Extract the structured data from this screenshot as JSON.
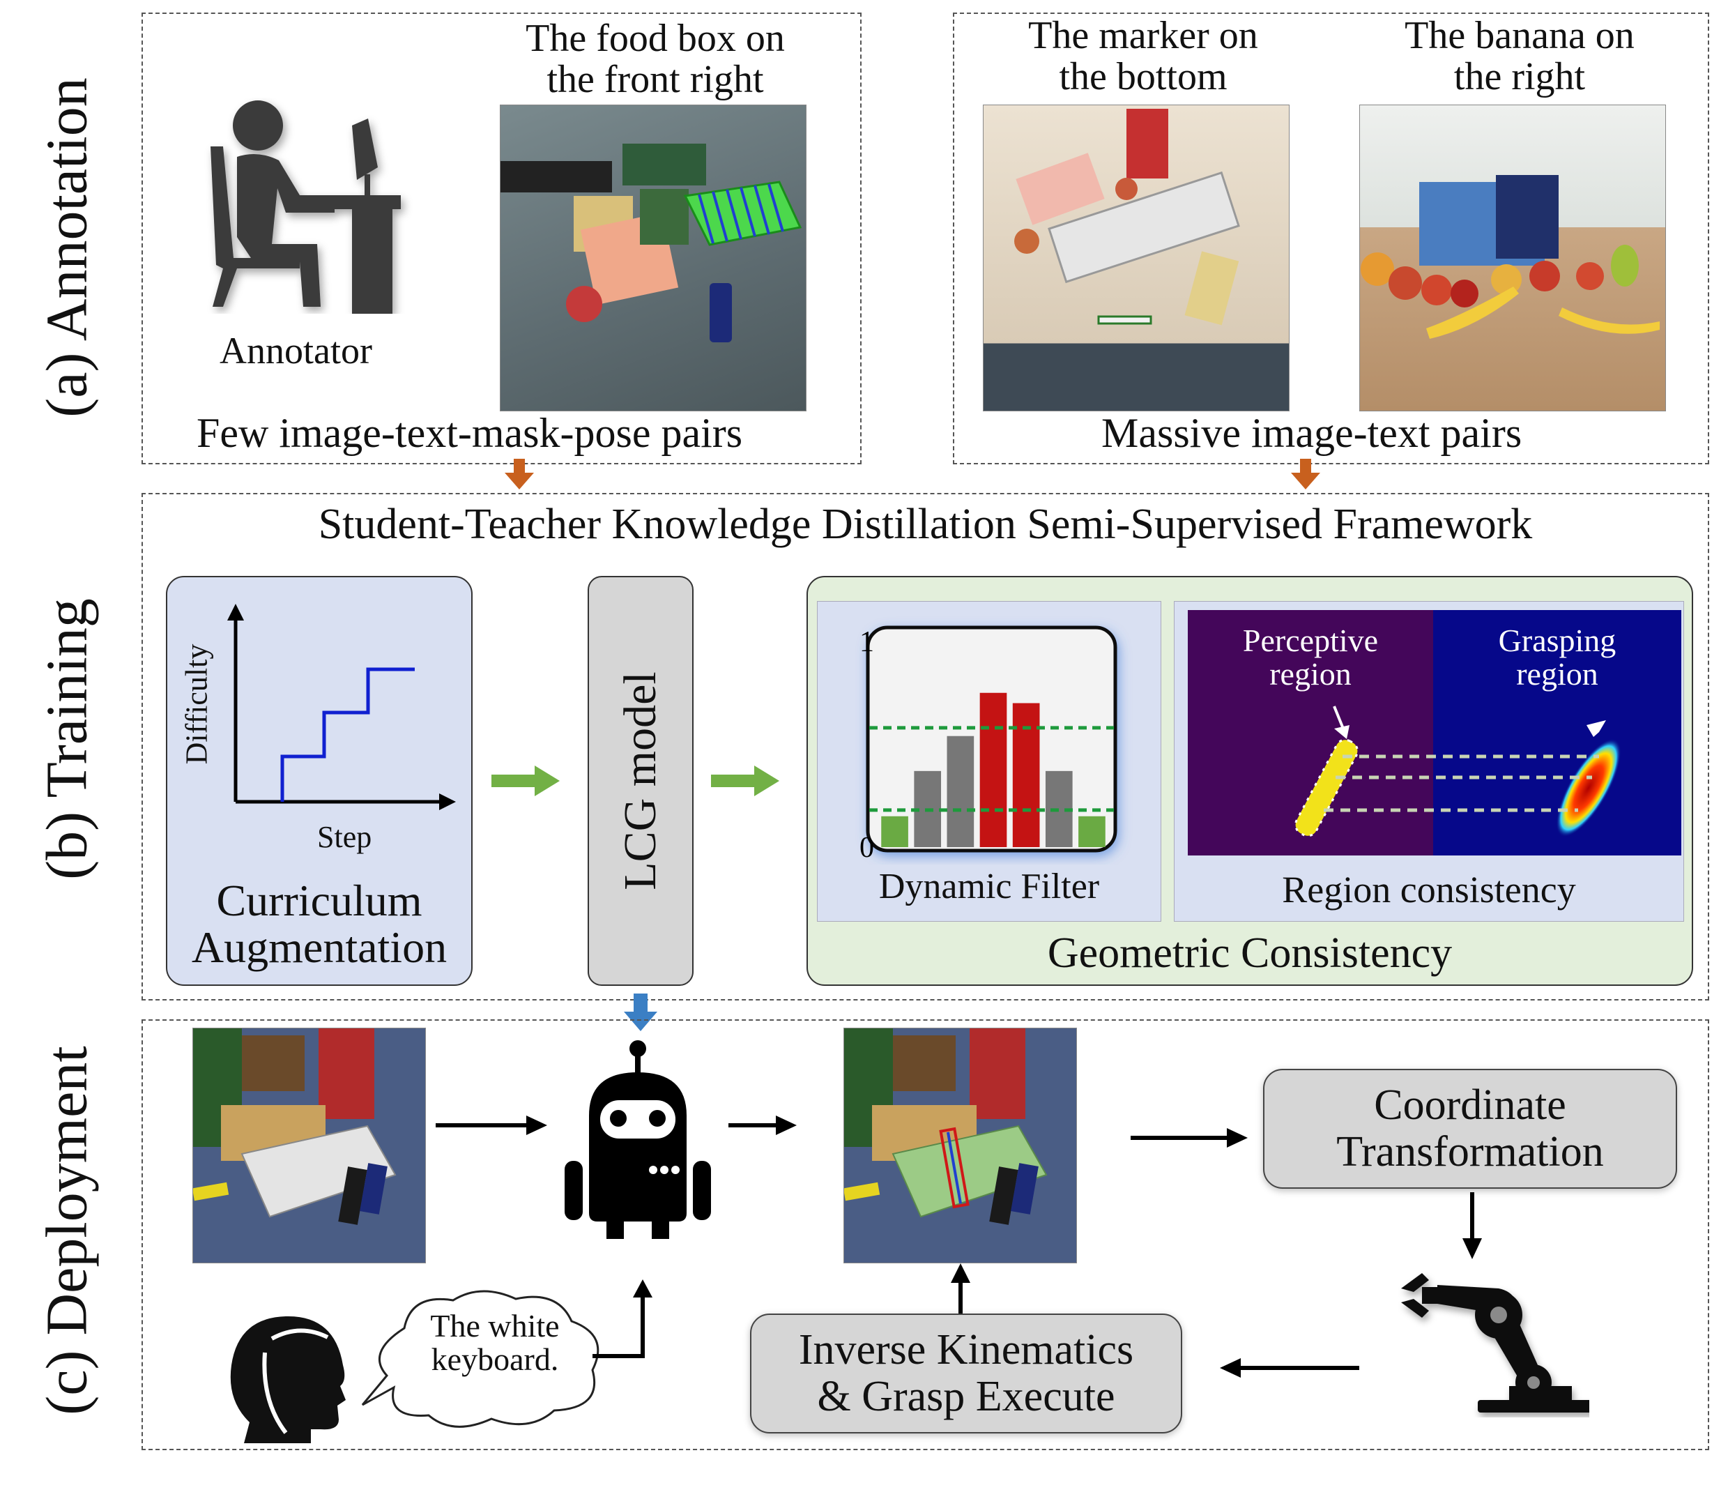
{
  "sections": {
    "annotation": "(a) Annotation",
    "training": "(b) Training",
    "deployment": "(c) Deployment"
  },
  "annotation": {
    "annotator_label": "Annotator",
    "few_caption": "The food box on\nthe front right",
    "few_footer": "Few image-text-mask-pose pairs",
    "massive_caption_1": "The marker on\nthe bottom",
    "massive_caption_2": "The banana on\nthe right",
    "massive_footer": "Massive image-text pairs"
  },
  "training": {
    "framework_title": "Student-Teacher Knowledge Distillation Semi-Supervised Framework",
    "curriculum": {
      "ylabel": "Difficulty",
      "xlabel": "Step",
      "title": "Curriculum\nAugmentation"
    },
    "model_label": "LCG model",
    "geometric_title": "Geometric Consistency",
    "dynamic_filter_label": "Dynamic Filter",
    "region_consistency_label": "Region consistency",
    "perceptive_region": "Perceptive\nregion",
    "grasping_region": "Grasping\nregion"
  },
  "chart_data": {
    "type": "bar",
    "values": [
      0.15,
      0.37,
      0.54,
      0.75,
      0.7,
      0.37,
      0.15
    ],
    "categories": [
      "",
      "",
      "",
      "",
      "",
      "",
      ""
    ],
    "ylim": [
      0,
      1
    ],
    "ytick_labels": [
      "0",
      "1"
    ],
    "thresholds": [
      0.18,
      0.58
    ],
    "bar_colors": [
      "#6aaa43",
      "#777777",
      "#777777",
      "#c41313",
      "#c41313",
      "#777777",
      "#6aaa43"
    ],
    "title": "",
    "xlabel": "",
    "ylabel": ""
  },
  "deployment": {
    "speech_text": "The white\nkeyboard.",
    "coordinate_box": "Coordinate\nTransformation",
    "ik_box": "Inverse Kinematics\n& Grasp Execute"
  },
  "colors": {
    "orange_arrow": "#c8601e",
    "green_arrow": "#72b045",
    "blue_arrow": "#3b7fc4",
    "panel_blue": "#d9e0f2",
    "panel_green": "#e3efdb",
    "step_line": "#1020d0",
    "threshold": "#1e9a3c"
  },
  "icons": [
    "annotator-icon",
    "robot-icon",
    "person-head-icon",
    "robot-arm-icon"
  ]
}
